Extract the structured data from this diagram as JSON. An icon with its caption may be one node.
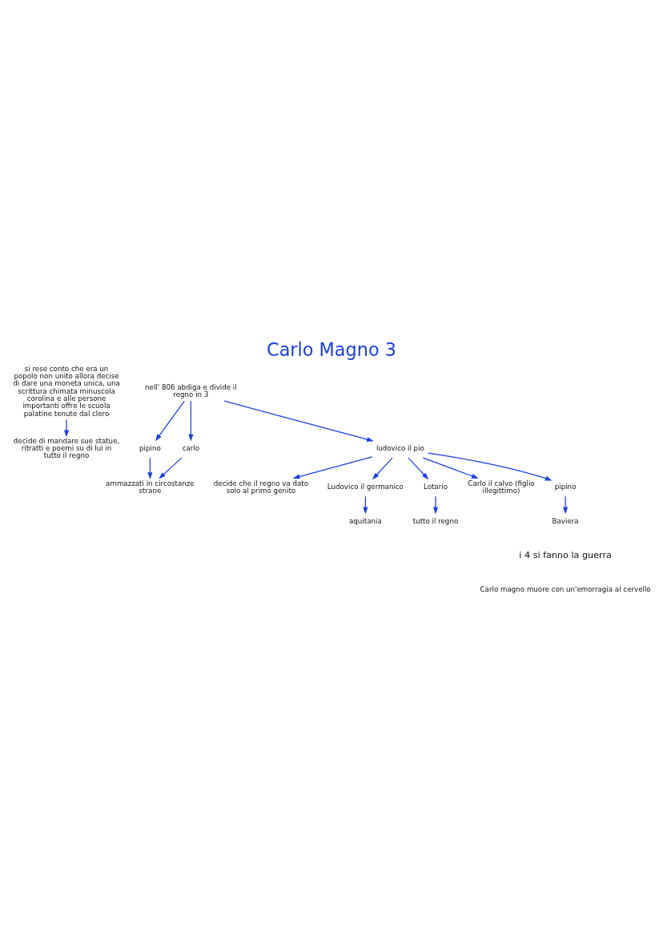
{
  "diagram": {
    "title": "Carlo Magno 3",
    "nodes": [
      {
        "text": [
          "si rese conto che era un popolo non unito allora decise di dare una moneta unica, una scrittura chimata minuscola corolina e alle persone importanti offre le scuola palatine tenute dal clero"
        ]
      },
      {
        "text": [
          "decide di mandare sue statue, ritratti e poemi su di lui in tutto il regno"
        ]
      },
      {
        "text": [
          "nell' 806 abdiga e divide il regno in 3"
        ]
      },
      {
        "text": [
          "pipino"
        ]
      },
      {
        "text": [
          "carlo"
        ]
      },
      {
        "text": [
          "ammazzati in circostanze strane"
        ]
      },
      {
        "text": [
          "ludovico il pio"
        ]
      },
      {
        "text": [
          "decide che il regno va dato solo al primo genito"
        ]
      },
      {
        "text": [
          "Ludovico il germanico"
        ]
      },
      {
        "text": [
          "Lotario"
        ]
      },
      {
        "text": [
          "Carlo il calvo (figlio illegittimo)"
        ]
      },
      {
        "text": [
          "pipino"
        ]
      },
      {
        "text": [
          "aquitania"
        ]
      },
      {
        "text": [
          "tutto il regno"
        ]
      },
      {
        "text": [
          "Baviera"
        ]
      }
    ],
    "edges": [
      {
        "from": 0,
        "to": 1,
        "arrow": "to"
      },
      {
        "from": 2,
        "to": 3,
        "arrow": "to"
      },
      {
        "from": 2,
        "to": 4,
        "arrow": "to"
      },
      {
        "from": 2,
        "to": 6,
        "arrow": "to"
      },
      {
        "from": 3,
        "to": 5,
        "arrow": "to"
      },
      {
        "from": 4,
        "to": 5,
        "arrow": "to"
      },
      {
        "from": 6,
        "to": 7,
        "arrow": "to"
      },
      {
        "from": 6,
        "to": 8,
        "arrow": "to"
      },
      {
        "from": 6,
        "to": 9,
        "arrow": "to"
      },
      {
        "from": 6,
        "to": 11,
        "arrow": "to"
      },
      {
        "from": 6,
        "to": 10,
        "arrow": "to"
      },
      {
        "from": 8,
        "to": 12,
        "arrow": "to"
      },
      {
        "from": 9,
        "to": 13,
        "arrow": "to"
      },
      {
        "from": 11,
        "to": 14,
        "arrow": "to"
      }
    ],
    "labels": [
      "i 4 si fanno la guerra",
      "Carlo magno muore con un'emorragia al cervello"
    ]
  }
}
